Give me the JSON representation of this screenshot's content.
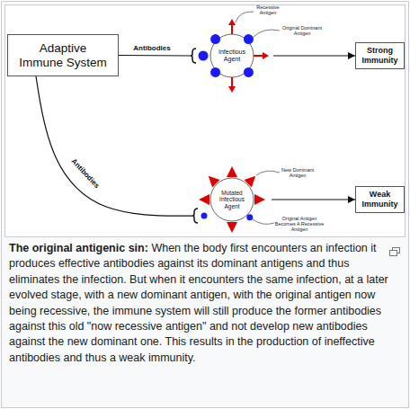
{
  "diagram": {
    "title": "The original antigenic sin:",
    "caption": "When the body first encounters an infection it produces effective antibodies against its dominant antigens and thus eliminates the infection. But when it encounters the same infection, at a later evolved stage, with a new dominant antigen, with the original antigen now being recessive, the immune system will still produce the former antibodies against this old \"now recessive antigen\" and not develop new antibodies against the new dominant one. This results in the production of ineffective antibodies and thus a weak immunity.",
    "nodes": [
      {
        "text": [
          "Adaptive Immune System"
        ]
      },
      {
        "text": [
          "Infectious Agent"
        ]
      },
      {
        "text": [
          "Strong Immunity"
        ]
      },
      {
        "text": [
          "Mutated Infectious Agent"
        ]
      },
      {
        "text": [
          "Weak Immunity"
        ]
      }
    ],
    "edges": [
      {
        "from": 0,
        "to": 1,
        "label": "Antibodies",
        "arrow": "none"
      },
      {
        "from": 1,
        "to": 2,
        "arrow": "to"
      },
      {
        "from": 0,
        "to": 3,
        "label": "Antibodies",
        "arrow": "none"
      },
      {
        "from": 3,
        "to": 4,
        "arrow": "to"
      }
    ],
    "labels": [
      "Recessive Antigen",
      "Original Dominant Antigen",
      "New Dominant Antigen",
      "Original Antigen Becomes A Recessive Antigen"
    ]
  }
}
